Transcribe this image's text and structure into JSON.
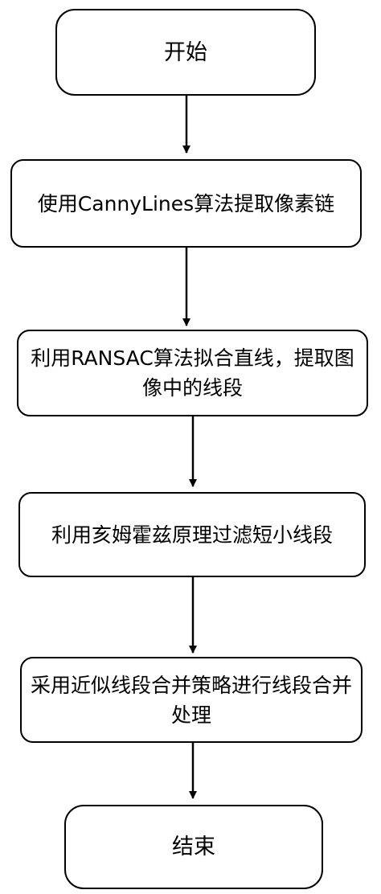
{
  "nodes": [
    {
      "id": "start",
      "text": "开始"
    },
    {
      "id": "step1",
      "text": "使用CannyLines算法提取像素链"
    },
    {
      "id": "step2",
      "text": "利用RANSAC算法拟合直线，提取图像中的线段"
    },
    {
      "id": "step3",
      "text": "利用亥姆霍兹原理过滤短小线段"
    },
    {
      "id": "step4",
      "text": "采用近似线段合并策略进行线段合并处理"
    },
    {
      "id": "end",
      "text": "结束"
    }
  ],
  "colors": {
    "stroke": "#000000",
    "fill": "#ffffff",
    "text": "#000000"
  }
}
